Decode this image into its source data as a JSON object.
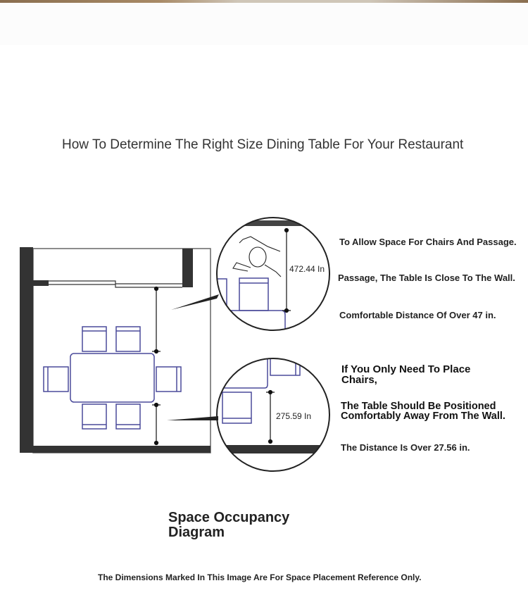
{
  "title": "How To Determine The Right Size Dining Table For Your Restaurant",
  "diagram": {
    "dimension_top": "472.44 In",
    "dimension_bottom": "275.59 In",
    "line_color": "#222222",
    "furniture_color": "#4a4a9a"
  },
  "notes_top": [
    "To Allow Space For Chairs And Passage.",
    "Passage, The Table Is Close To The Wall.",
    "Comfortable Distance Of Over 47 in."
  ],
  "notes_bottom": [
    "If You Only Need To Place Chairs,",
    "The Table Should Be Positioned Comfortably Away From The Wall.",
    "The Distance Is Over 27.56 in."
  ],
  "subtitle": "Space Occupancy Diagram",
  "footer": "The Dimensions Marked In This Image Are For Space Placement Reference Only."
}
